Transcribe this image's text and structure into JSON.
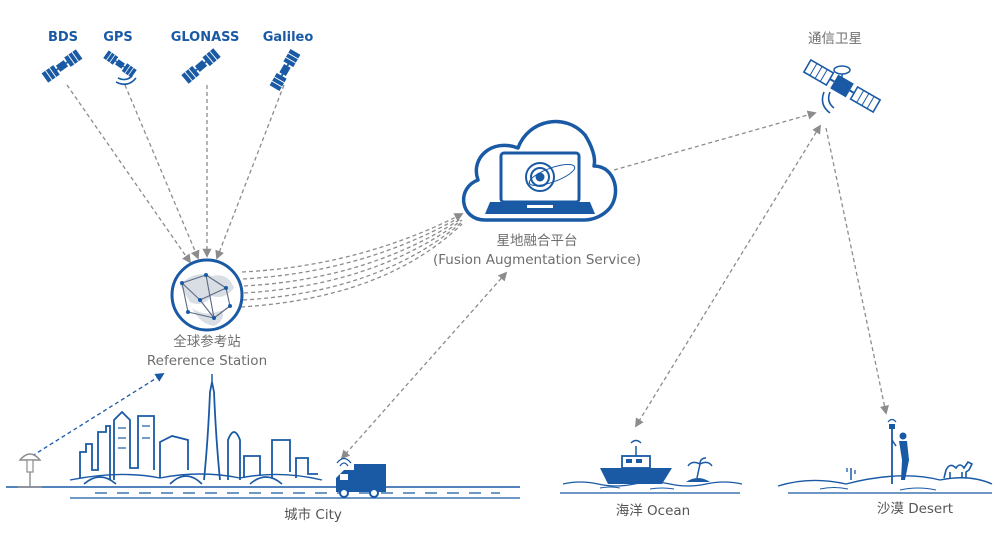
{
  "satellites": {
    "bds": "BDS",
    "gps": "GPS",
    "glonass": "GLONASS",
    "galileo": "Galileo",
    "comm": "通信卫星"
  },
  "platform": {
    "name_cn": "星地融合平台",
    "name_en": "(Fusion Augmentation Service)"
  },
  "reference_station": {
    "name_cn": "全球参考站",
    "name_en": "Reference Station"
  },
  "scenarios": {
    "city": "城市 City",
    "ocean": "海洋 Ocean",
    "desert": "沙漠 Desert"
  },
  "colors": {
    "brand_blue": "#1a5aa5",
    "dash_grey": "#8c8c8c",
    "label_grey": "#6e6e6e"
  }
}
